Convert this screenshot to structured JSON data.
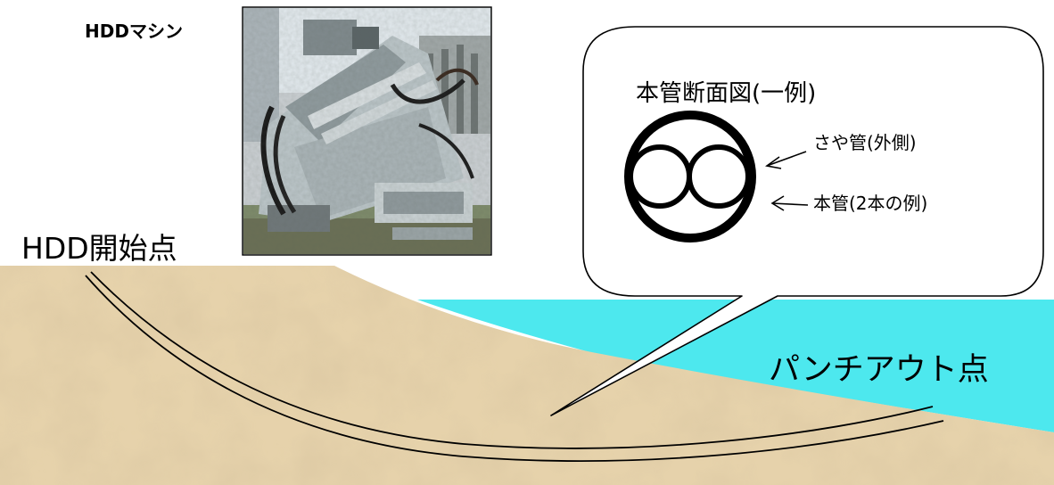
{
  "labels": {
    "machine": "HDDマシン",
    "start_point": "HDD開始点",
    "punch_out_point": "パンチアウト点",
    "cross_section_title": "本管断面図(一例)",
    "casing_pipe": "さや管(外側)",
    "main_pipe": "本管(2本の例)"
  },
  "photo": {
    "subject": "HDD machine (horizontal directional drilling rig)"
  },
  "colors": {
    "ground": "#e6d2ab",
    "water": "#4de8ee",
    "line": "#000000",
    "background": "#ffffff"
  }
}
